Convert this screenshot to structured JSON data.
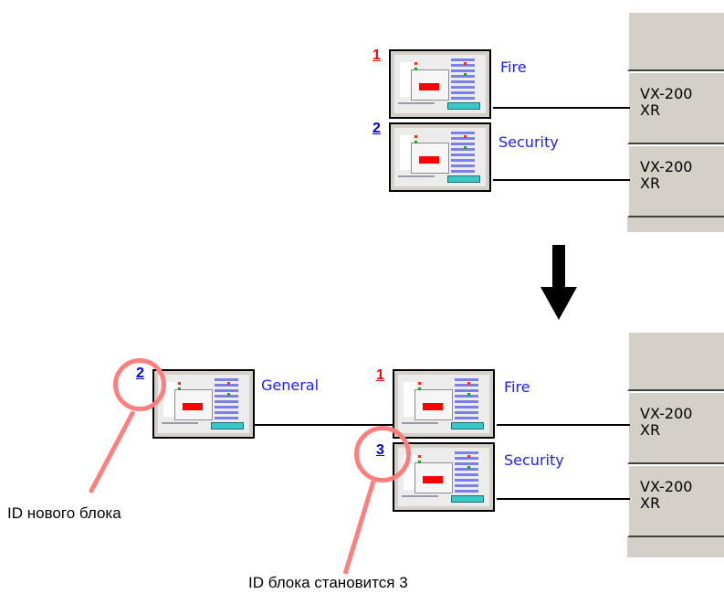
{
  "top": {
    "devices": [
      {
        "id": "1",
        "name": "Fire",
        "id_color": "#ff0000"
      },
      {
        "id": "2",
        "name": "Security",
        "id_color": "#0000cc"
      }
    ],
    "panel_items": [
      {
        "line1": "VX-200",
        "line2": "XR"
      },
      {
        "line1": "VX-200",
        "line2": "XR"
      }
    ]
  },
  "bottom": {
    "new_device": {
      "id": "2",
      "name": "General",
      "id_color": "#0000cc"
    },
    "devices": [
      {
        "id": "1",
        "name": "Fire",
        "id_color": "#ff0000"
      },
      {
        "id": "3",
        "name": "Security",
        "id_color": "#0000cc"
      }
    ],
    "panel_items": [
      {
        "line1": "VX-200",
        "line2": "XR"
      },
      {
        "line1": "VX-200",
        "line2": "XR"
      }
    ]
  },
  "annotations": {
    "new_id_caption": "ID нового блока",
    "changed_id_caption": "ID блока становится 3",
    "highlight_color": "#ff7f7f"
  },
  "arrow_icon": "down-arrow-icon"
}
